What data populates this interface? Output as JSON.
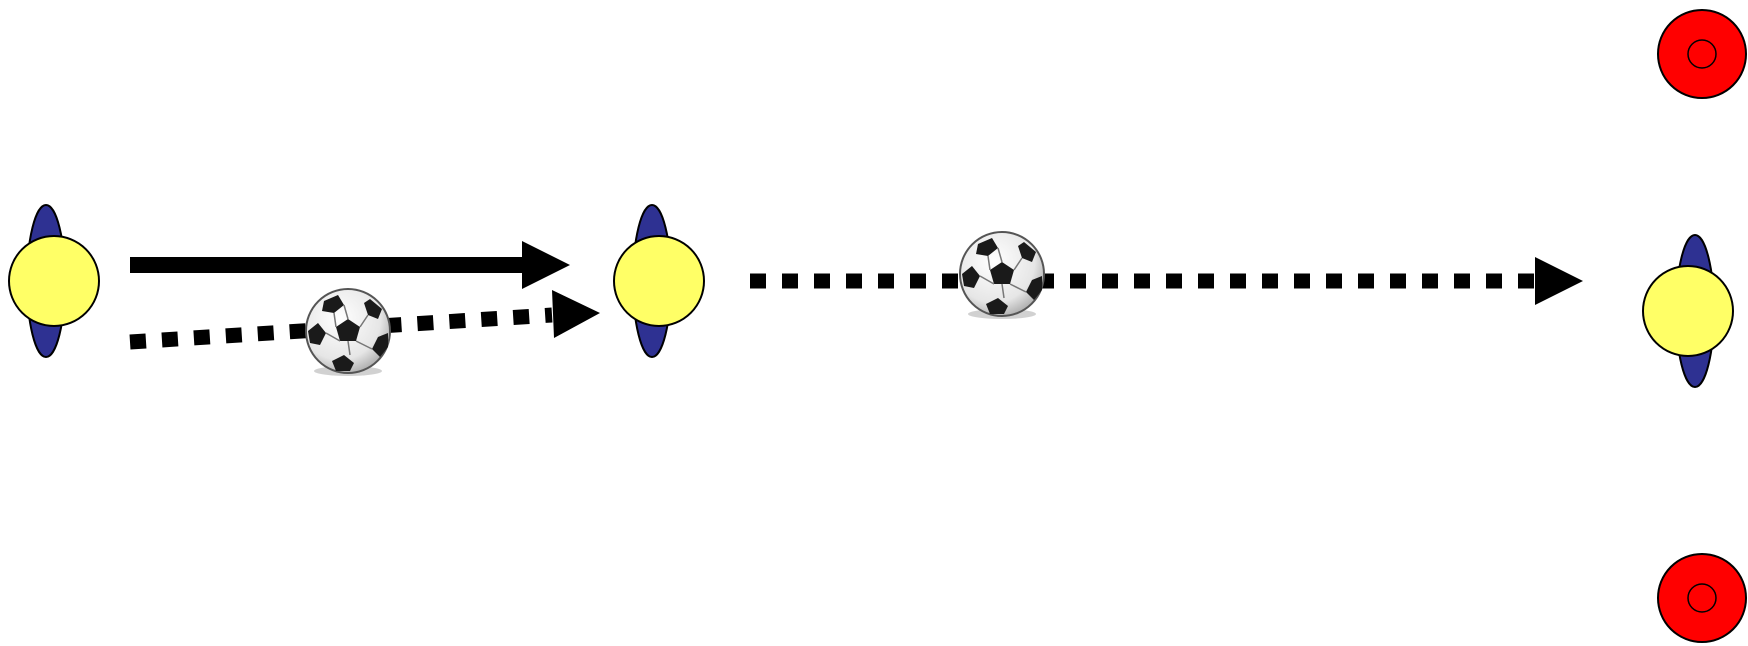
{
  "diagram": {
    "colors": {
      "background": "#ffffff",
      "player_body": "#2e3192",
      "player_head": "#ffff66",
      "cone": "#ff0000",
      "arrow": "#000000",
      "ball_light": "#f2f2f2",
      "ball_dark": "#1a1a1a"
    },
    "players": [
      {
        "id": "player-1",
        "role": "passer",
        "icon": "player-icon"
      },
      {
        "id": "player-2",
        "role": "receiver-relay",
        "icon": "player-icon"
      },
      {
        "id": "player-3",
        "role": "final-receiver",
        "icon": "player-icon"
      }
    ],
    "cones": [
      {
        "id": "cone-top",
        "icon": "cone-icon"
      },
      {
        "id": "cone-bottom",
        "icon": "cone-icon"
      }
    ],
    "balls": [
      {
        "id": "ball-1",
        "icon": "soccer-ball-icon"
      },
      {
        "id": "ball-2",
        "icon": "soccer-ball-icon"
      }
    ],
    "arrows": [
      {
        "id": "run-arrow",
        "style": "solid",
        "meaning": "player run"
      },
      {
        "id": "pass-arrow-1",
        "style": "dotted",
        "meaning": "pass"
      },
      {
        "id": "pass-arrow-2",
        "style": "dotted",
        "meaning": "pass"
      }
    ]
  }
}
